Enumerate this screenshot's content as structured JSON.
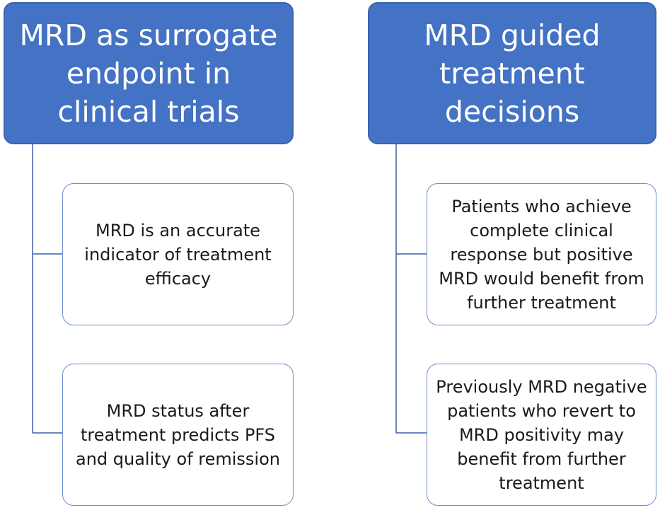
{
  "columns": [
    {
      "header": "MRD as surrogate endpoint in clinical trials",
      "items": [
        "MRD is an accurate indicator of treatment efficacy",
        "MRD status after treatment predicts PFS and quality of remission"
      ]
    },
    {
      "header": "MRD guided treatment decisions",
      "items": [
        "Patients who achieve complete clinical response but positive MRD would benefit from further treatment",
        "Previously MRD negative patients who revert to MRD positivity may benefit from further treatment"
      ]
    }
  ],
  "colors": {
    "header_fill": "#4472c4",
    "header_text": "#ffffff",
    "connector": "#3b5ea8",
    "child_border": "#6d8fcc"
  }
}
